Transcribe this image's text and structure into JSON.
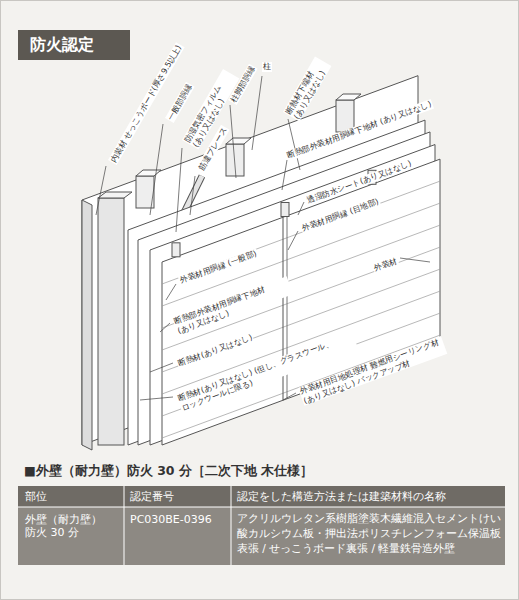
{
  "diagram": {
    "title": "防火認定",
    "caption": "■外壁（耐力壁）防火 30 分［二次下地 木仕様］",
    "labels": [
      "内装材 せっこうボード(厚さ9.5以上)",
      "一般部胴縁",
      "防湿気密フィルム (あり又はなし)",
      "筋違ブレース",
      "柱脚部胴縁",
      "柱",
      "断熱材下端材 (あり又はなし)",
      "断熱部外装材用胴縁下地材 (あり又はなし)",
      "透湿防水シート(あり又はなし)",
      "外装材用胴縁 (目地部)",
      "外装材",
      "外装材用胴縁 (一般部)",
      "断熱部外装材用胴縁下地材 (あり又はなし)",
      "断熱材(あり又はなし)",
      "断熱材(あり又はなし) (但し、グラスウール、ロックウールに限る)",
      "外装材用目地処理材 難燃用シーリング材(あり又はなし) バックアップ材",
      "部位",
      "認定番号",
      "認定をした構造方法または建築材料の名称",
      "外壁（耐力壁） 防火 30 分",
      "PC030BE-0396",
      "アクリルウレタン系樹脂塗装木繊維混入セメントけい酸カルシウム板・押出法ポリスチレンフォーム保温板表張 / せっこうボード裏張 / 軽量鉄骨造外壁"
    ]
  }
}
